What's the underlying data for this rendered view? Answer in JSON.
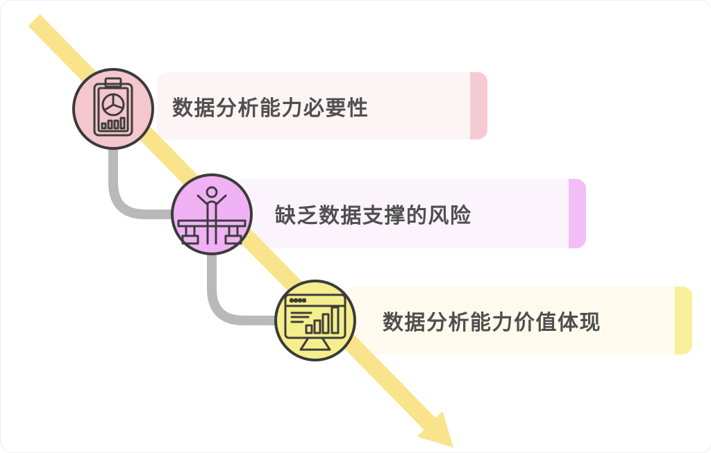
{
  "steps": [
    {
      "label": "数据分析能力必要性",
      "icon": "clipboard-chart-icon",
      "circle_color": "#f3c7cd",
      "bar_color": "#fdf4f6",
      "tab_color": "#f5cbd3"
    },
    {
      "label": "缺乏数据支撑的风险",
      "icon": "person-hurdle-icon",
      "circle_color": "#f0b2f5",
      "bar_color": "#fbf4fc",
      "tab_color": "#f3bdf7"
    },
    {
      "label": "数据分析能力价值体现",
      "icon": "monitor-chart-icon",
      "circle_color": "#f5ee8c",
      "bar_color": "#fefbee",
      "tab_color": "#f8f09b"
    }
  ],
  "colors": {
    "arrow": "#f9e48b",
    "connector": "#b9b9b9",
    "circle_outline": "#3b3b3b",
    "icon_stroke": "#3d3d3d",
    "text": "#4f4f4f",
    "background": "#ffffff"
  }
}
